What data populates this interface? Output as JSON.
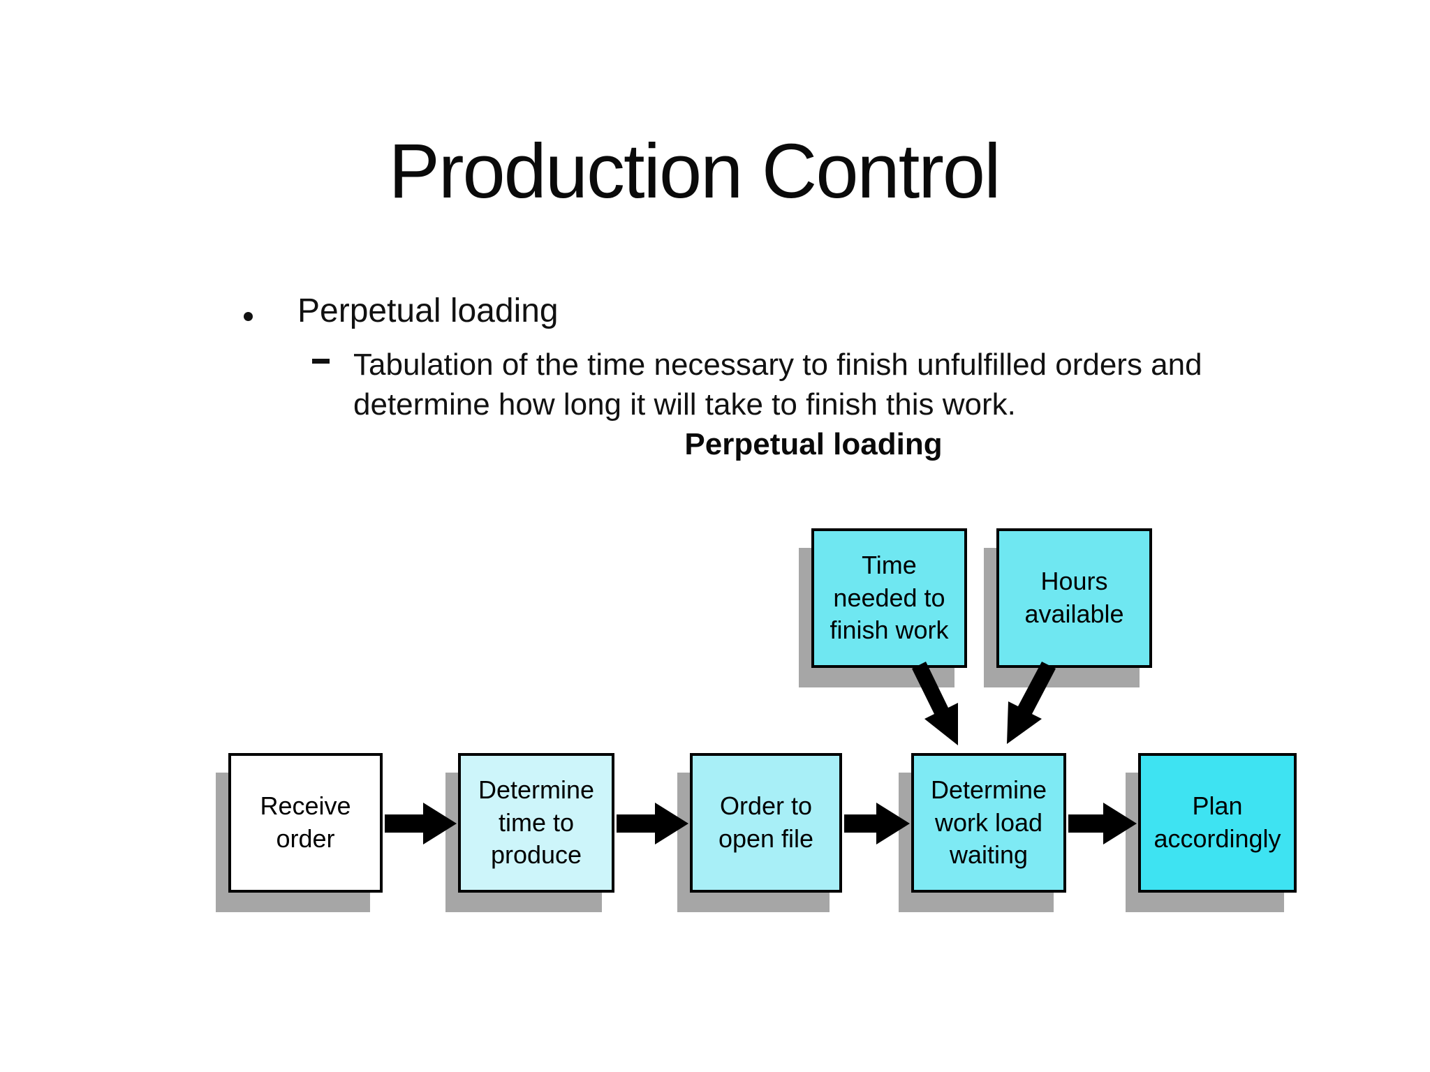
{
  "slide": {
    "title": "Production Control",
    "bullet": "Perpetual loading",
    "sub_bullet": "Tabulation of the time necessary to finish unfulfilled orders and\ndetermine how long it will take to finish this work.",
    "caption": "Perpetual loading"
  },
  "diagram": {
    "top_nodes": [
      {
        "id": "time-needed-to-finish-work",
        "label": "Time\nneeded to\nfinish work",
        "fill": "#6FE7F1"
      },
      {
        "id": "hours-available",
        "label": "Hours\navailable",
        "fill": "#6FE7F1"
      }
    ],
    "flow_nodes": [
      {
        "id": "receive-order",
        "label": "Receive\norder",
        "fill": "#FFFFFF"
      },
      {
        "id": "determine-time-to-produce",
        "label": "Determine\ntime to\nproduce",
        "fill": "#CDF5FA"
      },
      {
        "id": "order-to-open-file",
        "label": "Order to\nopen file",
        "fill": "#A8EFF7"
      },
      {
        "id": "determine-work-load-waiting",
        "label": "Determine\nwork load\nwaiting",
        "fill": "#7EEAF4"
      },
      {
        "id": "plan-accordingly",
        "label": "Plan\naccordingly",
        "fill": "#3EE3F2"
      }
    ],
    "colors": {
      "node_border": "#000000",
      "node_shadow": "#A6A6A6",
      "arrow": "#000000",
      "text": "#000000",
      "background": "#FFFFFF"
    }
  }
}
